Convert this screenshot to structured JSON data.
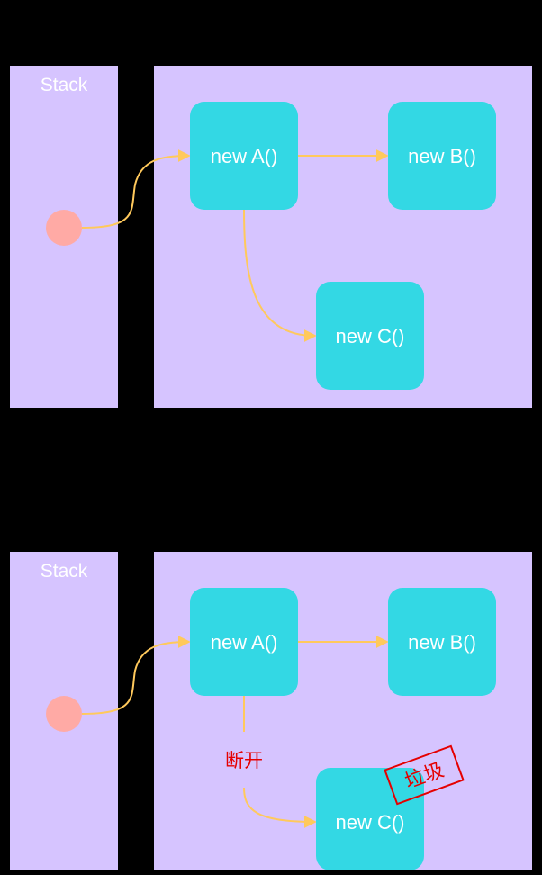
{
  "colors": {
    "background": "#000000",
    "panel": "#d6c4ff",
    "node": "#33d8e4",
    "node_text": "#ffffff",
    "pointer": "#ffaaa5",
    "arrow": "#ffc95c",
    "broken_label": "#e50000",
    "garbage_stamp": "#e50000"
  },
  "top": {
    "stack_label": "Stack",
    "nodes": {
      "a": "new A()",
      "b": "new B()",
      "c": "new C()"
    }
  },
  "bottom": {
    "stack_label": "Stack",
    "nodes": {
      "a": "new A()",
      "b": "new B()",
      "c": "new C()"
    },
    "broken_label": "断开",
    "garbage_stamp": "垃圾"
  }
}
